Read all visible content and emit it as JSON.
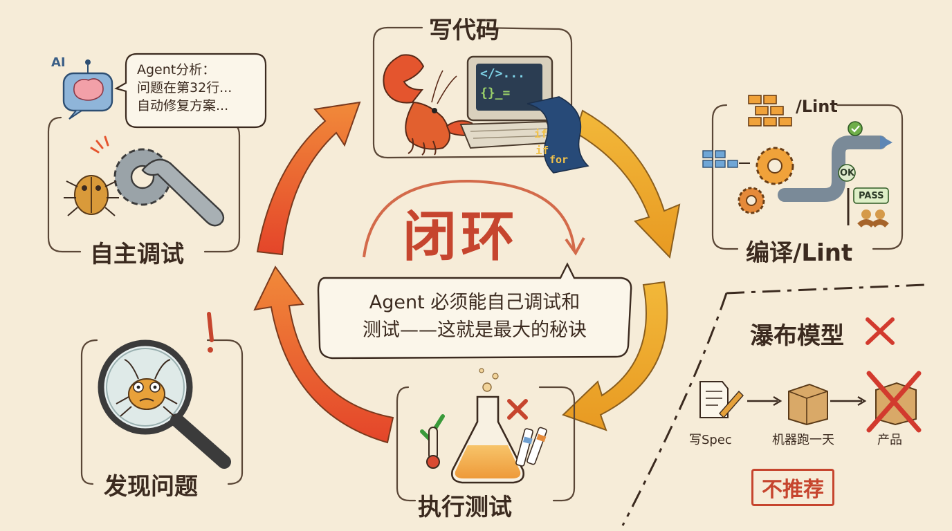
{
  "title": "闭环",
  "subtitle_line1": "Agent 必须能自己调试和",
  "subtitle_line2": "测试——这就是最大的秘诀",
  "stages": {
    "write_code": "写代码",
    "compile_lint": "编译/Lint",
    "run_tests": "执行测试",
    "find_issue": "发现问题",
    "self_debug": "自主调试"
  },
  "debug_bubble": {
    "ai_tag": "AI",
    "line1": "Agent分析：",
    "line2": "问题在第32行...",
    "line3": "自动修复方案..."
  },
  "code_snippets": {
    "tag": "</>...",
    "braces": "{}_=",
    "if1": "if",
    "if2": "if",
    "for": "for"
  },
  "lint_panel": {
    "lint_tag": "/Lint",
    "ok": "OK",
    "pass": "PASS"
  },
  "waterfall": {
    "title": "瀑布模型",
    "step1": "写Spec",
    "step2": "机器跑一天",
    "step3": "产品",
    "stamp": "不推荐"
  },
  "colors": {
    "background": "#f6ecd8",
    "accent_red": "#c6452e",
    "arrow_orange": "#ec7a2c",
    "arrow_yellow": "#e9a928",
    "ink": "#3b2a1f"
  }
}
